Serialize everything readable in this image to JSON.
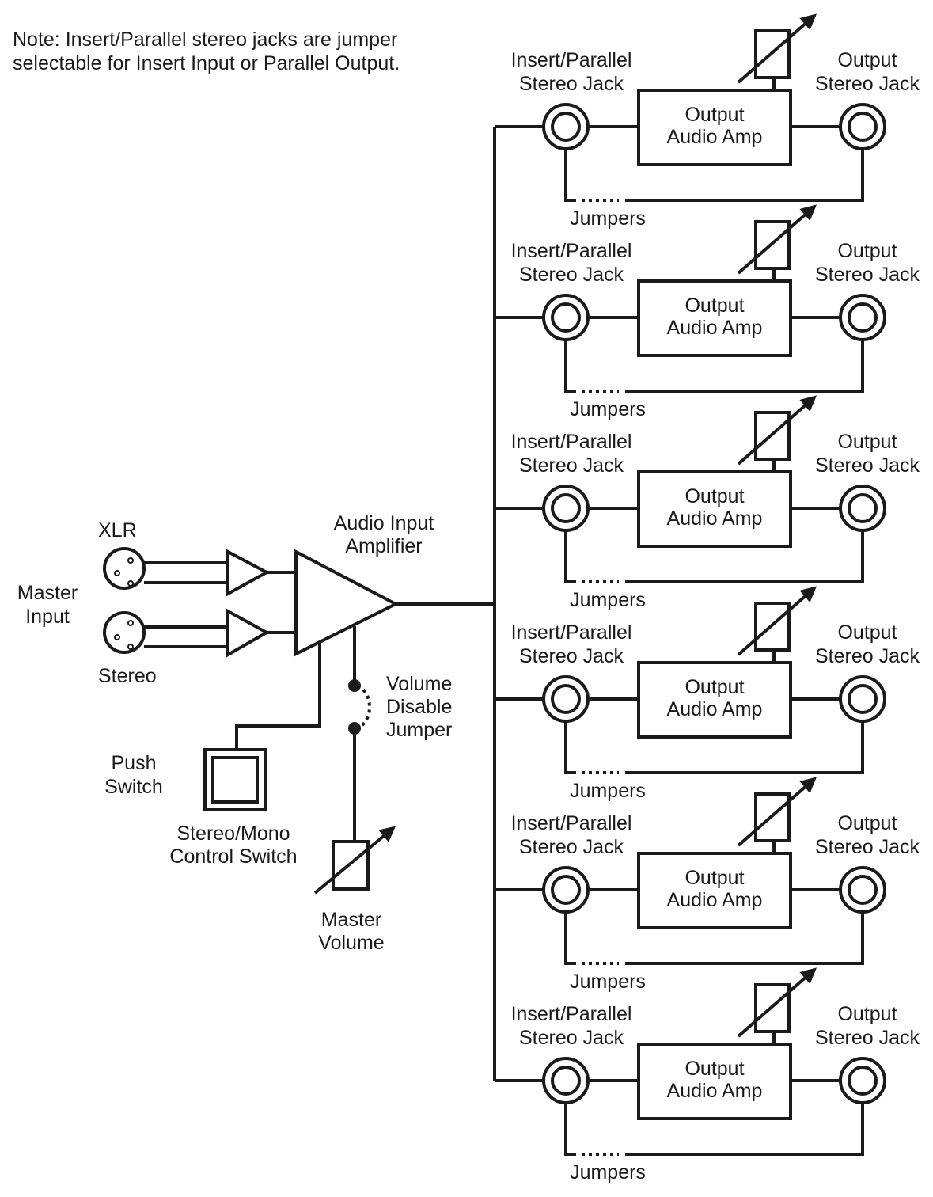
{
  "note": {
    "line1": "Note: Insert/Parallel stereo jacks are jumper",
    "line2": "selectable for Insert Input or Parallel Output."
  },
  "input_section": {
    "xlr_label": "XLR",
    "stereo_label": "Stereo",
    "master_input_label": [
      "Master",
      "Input"
    ],
    "audio_input_amp_label": [
      "Audio Input",
      "Amplifier"
    ],
    "volume_disable_jumper_label": [
      "Volume",
      "Disable",
      "Jumper"
    ],
    "push_switch_label": [
      "Push",
      "Switch"
    ],
    "stereo_mono_switch_label": [
      "Stereo/Mono",
      "Control Switch"
    ],
    "master_volume_label": [
      "Master",
      "Volume"
    ]
  },
  "channels": [
    {
      "insert_jack": [
        "Insert/Parallel",
        "Stereo Jack"
      ],
      "amp": [
        "Output",
        "Audio Amp"
      ],
      "output_jack": [
        "Output",
        "Stereo Jack"
      ],
      "jumpers": "Jumpers"
    },
    {
      "insert_jack": [
        "Insert/Parallel",
        "Stereo Jack"
      ],
      "amp": [
        "Output",
        "Audio Amp"
      ],
      "output_jack": [
        "Output",
        "Stereo Jack"
      ],
      "jumpers": "Jumpers"
    },
    {
      "insert_jack": [
        "Insert/Parallel",
        "Stereo Jack"
      ],
      "amp": [
        "Output",
        "Audio Amp"
      ],
      "output_jack": [
        "Output",
        "Stereo Jack"
      ],
      "jumpers": "Jumpers"
    },
    {
      "insert_jack": [
        "Insert/Parallel",
        "Stereo Jack"
      ],
      "amp": [
        "Output",
        "Audio Amp"
      ],
      "output_jack": [
        "Output",
        "Stereo Jack"
      ],
      "jumpers": "Jumpers"
    },
    {
      "insert_jack": [
        "Insert/Parallel",
        "Stereo Jack"
      ],
      "amp": [
        "Output",
        "Audio Amp"
      ],
      "output_jack": [
        "Output",
        "Stereo Jack"
      ],
      "jumpers": "Jumpers"
    },
    {
      "insert_jack": [
        "Insert/Parallel",
        "Stereo Jack"
      ],
      "amp": [
        "Output",
        "Audio Amp"
      ],
      "output_jack": [
        "Output",
        "Stereo Jack"
      ],
      "jumpers": "Jumpers"
    }
  ]
}
